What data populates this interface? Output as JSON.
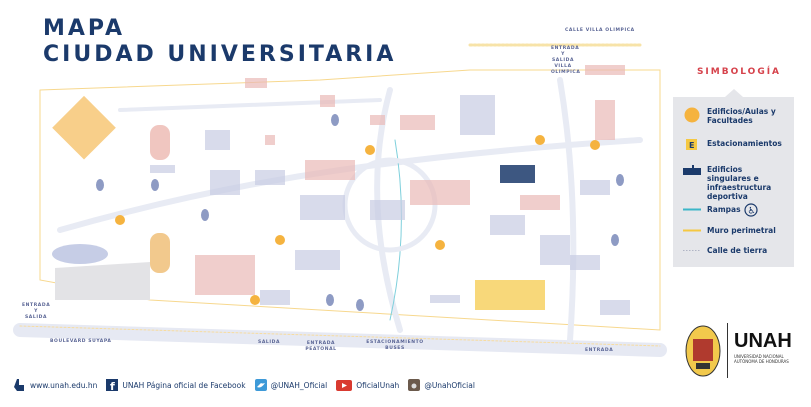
{
  "title": {
    "line1": "MAPA",
    "line2": "CIUDAD UNIVERSITARIA"
  },
  "map_labels": {
    "calle_villa_olimpica": "CALLE VILLA OLIMPICA",
    "entrada_villa_olimpica": "ENTRADA Y SALIDA VILLA OLIMPICA",
    "entrada_salida": "ENTRADA Y SALIDA",
    "boulevard": "BOULEVARD SUYAPA",
    "salida": "SALIDA",
    "entrada_peatonal": "ENTRADA PEATONAL",
    "estacionamiento_buses": "ESTACIONAMIENTO BUSES",
    "entrada": "ENTRADA"
  },
  "legend": {
    "title": "SIMBOLOGÍA",
    "items": [
      {
        "label": "Edificios/Aulas y Facultades",
        "icon": "orange-circle-icon",
        "color": "#f5b33f"
      },
      {
        "label": "Estacionamientos",
        "icon": "parking-e-icon",
        "color": "#f5c842"
      },
      {
        "label": "Edificios singulares e infraestructura deportiva",
        "icon": "building-silhouette-icon",
        "color": "#1b3a6b"
      },
      {
        "label": "Rampas",
        "icon": "wheelchair-icon",
        "color": "#3cb6c8"
      },
      {
        "label": "Muro perimetral",
        "icon": "yellow-line-icon",
        "color": "#f5c842"
      },
      {
        "label": "Calle de tierra",
        "icon": "dotted-line-icon",
        "color": "#b0b4c4"
      }
    ]
  },
  "footer": {
    "website": "www.unah.edu.hn",
    "facebook": "UNAH Página oficial de Facebook",
    "twitter": "@UNAH_Oficial",
    "youtube": "OficialUnah",
    "instagram": "@UnahOficial"
  },
  "logo": {
    "name": "UNAH",
    "subtitle": "UNIVERSIDAD NACIONAL AUTÓNOMA DE HONDURAS"
  },
  "colors": {
    "navy": "#1b3a6b",
    "accent_red": "#d6424b",
    "yellow": "#f5c842",
    "pink": "#eab9b7",
    "lavender": "#c8cce2"
  }
}
